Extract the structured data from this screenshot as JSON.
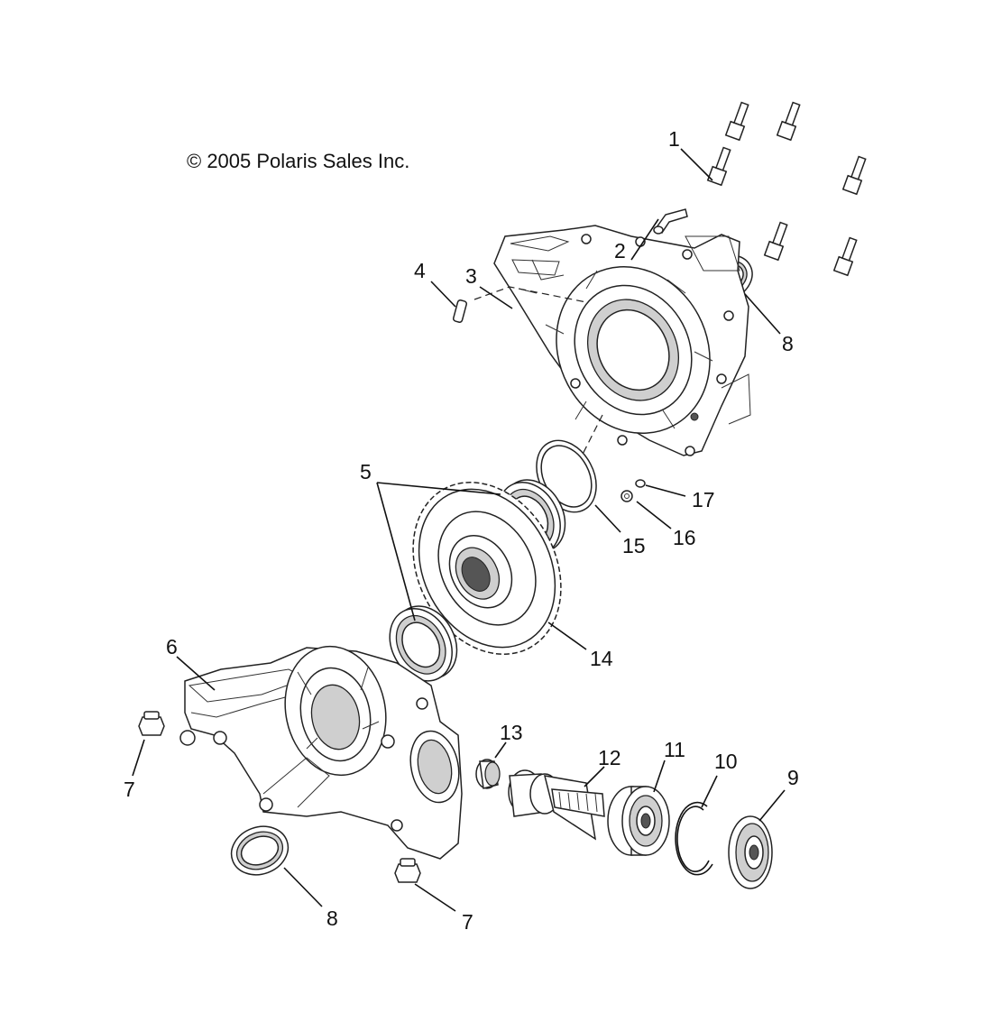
{
  "copyright": "© 2005 Polaris Sales Inc.",
  "callouts": {
    "c1": "1",
    "c2": "2",
    "c3": "3",
    "c4": "4",
    "c5": "5",
    "c6": "6",
    "c7a": "7",
    "c7b": "7",
    "c8a": "8",
    "c8b": "8",
    "c9": "9",
    "c10": "10",
    "c11": "11",
    "c12": "12",
    "c13": "13",
    "c14": "14",
    "c15": "15",
    "c16": "16",
    "c17": "17"
  }
}
